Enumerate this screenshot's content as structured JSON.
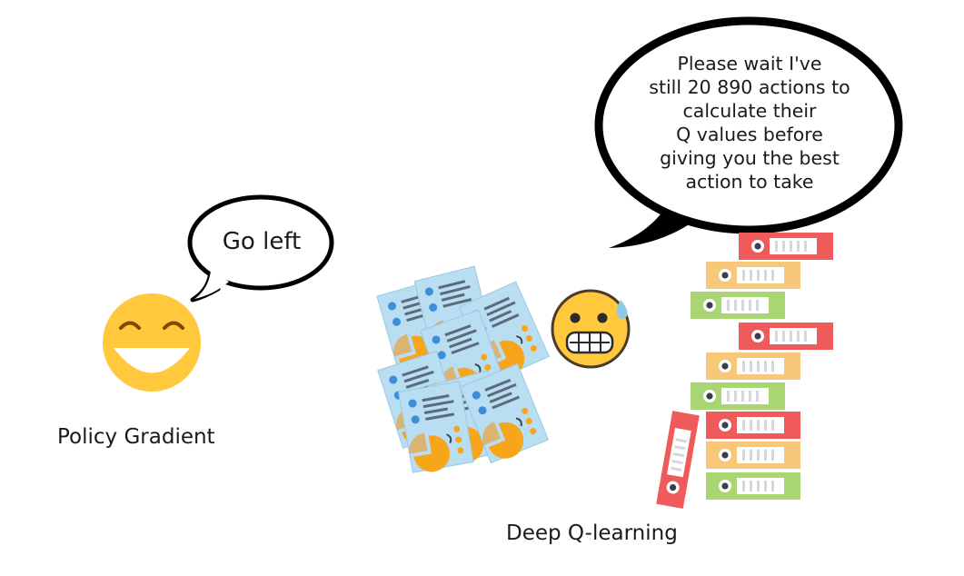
{
  "policy_gradient": {
    "label": "Policy Gradient",
    "speech": "Go left"
  },
  "deep_q_learning": {
    "label": "Deep Q-learning",
    "speech_lines": [
      "Please wait I've",
      "still 20 890  actions to",
      "calculate their",
      "Q values before",
      "giving you the best",
      "action to take"
    ]
  },
  "icons": [
    "grinning-face-icon",
    "anxious-face-sweat-icon",
    "document-sheet-icon",
    "binder-icon"
  ],
  "colors": {
    "emoji_yellow": "#FFC83D",
    "binder_red": "#EF5B5B",
    "binder_orange": "#F8C87A",
    "binder_green": "#A9D673",
    "paper_blue": "#B9DDF1",
    "chart_orange": "#F7A51B"
  }
}
